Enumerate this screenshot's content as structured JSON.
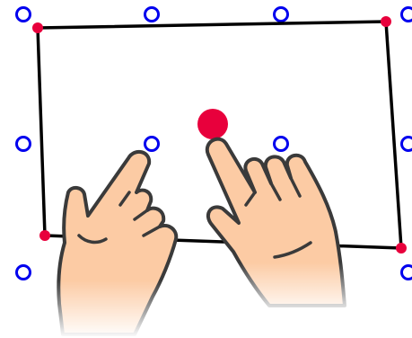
{
  "colors": {
    "background": "#ffffff",
    "grid_dot": "#0000ee",
    "vertex": "#e8003c",
    "shape_line": "#000000",
    "active_point": "#e8003c",
    "skin": "#FCCBA4",
    "outline": "#3a3a3a"
  },
  "canvas": {
    "grid": {
      "columns": 4,
      "rows": 3,
      "dot_style": "hollow-ring"
    },
    "shape": {
      "type": "quadrilateral",
      "vertex_count": 4,
      "closed": true
    },
    "active_point": {
      "state": "being-dragged"
    },
    "gesture": {
      "type": "two-finger-tap",
      "hands": [
        "left-hand",
        "right-hand"
      ]
    }
  }
}
